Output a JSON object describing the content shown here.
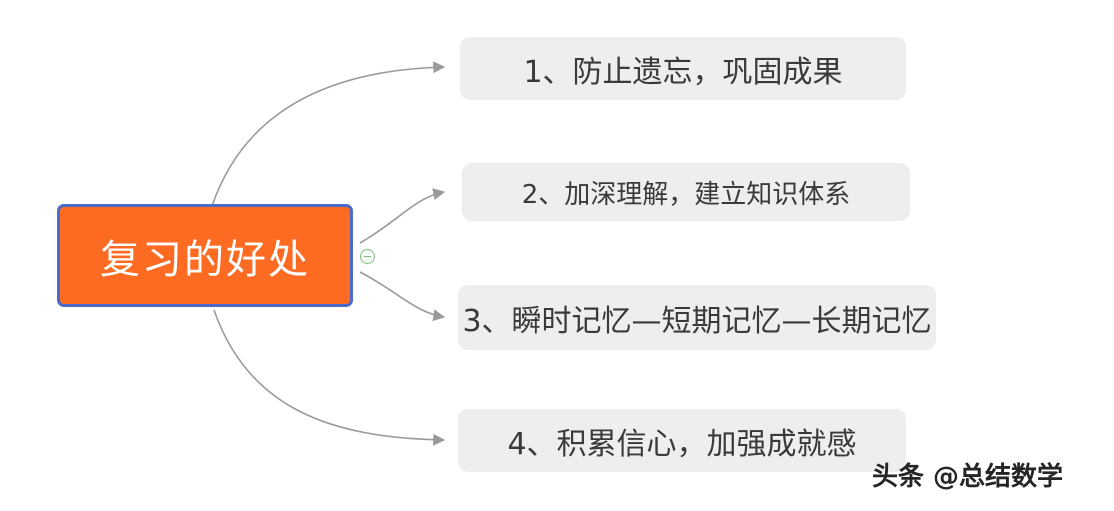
{
  "root": {
    "label": "复习的好处"
  },
  "branches": [
    {
      "label": "1、防止遗忘，巩固成果"
    },
    {
      "label": "2、加深理解，建立知识体系"
    },
    {
      "label": "3、瞬时记忆—短期记忆—长期记忆"
    },
    {
      "label": "4、积累信心，加强成就感"
    }
  ],
  "collapse_button": {
    "icon": "minus-circle-icon",
    "state": "expanded"
  },
  "watermark": {
    "text": "头条 @总结数学"
  },
  "colors": {
    "root_fill": "#fd6a21",
    "root_border": "#4a6bc8",
    "root_text": "#ffffff",
    "branch_fill": "#eeeef0",
    "branch_text": "#3a3a3a",
    "connector": "#9a9a9a",
    "collapse_green": "#7cbf7c",
    "watermark_text": "#252525"
  }
}
